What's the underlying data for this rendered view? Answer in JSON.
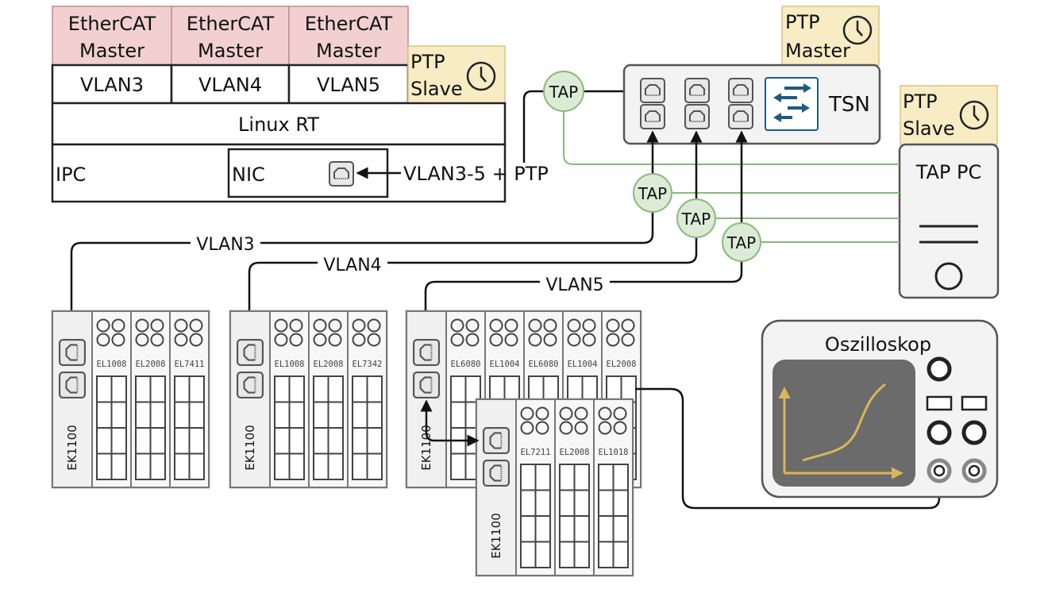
{
  "ipc_stack": {
    "masters": [
      {
        "line1": "EtherCAT",
        "line2": "Master"
      },
      {
        "line1": "EtherCAT",
        "line2": "Master"
      },
      {
        "line1": "EtherCAT",
        "line2": "Master"
      }
    ],
    "vlans": [
      "VLAN3",
      "VLAN4",
      "VLAN5"
    ],
    "os": "Linux RT",
    "ipc_label": "IPC",
    "nic_label": "NIC",
    "ptp": {
      "line1": "PTP",
      "line2": "Slave"
    }
  },
  "nic_link_label": "VLAN3-5 + PTP",
  "tsn_switch": {
    "label": "TSN",
    "ptp": {
      "line1": "PTP",
      "line2": "Master"
    }
  },
  "tap_pc": {
    "label": "TAP PC",
    "ptp": {
      "line1": "PTP",
      "line2": "Slave"
    }
  },
  "taps": [
    "TAP",
    "TAP",
    "TAP",
    "TAP"
  ],
  "vlan_links": [
    "VLAN3",
    "VLAN4",
    "VLAN5"
  ],
  "couplers": [
    {
      "name": "EK1100",
      "terminals": [
        "EL1008",
        "EL2008",
        "EL7411"
      ]
    },
    {
      "name": "EK1100",
      "terminals": [
        "EL1008",
        "EL2008",
        "EL7342"
      ]
    },
    {
      "name": "EK1100",
      "terminals": [
        "EL6080",
        "EL1004",
        "EL6080",
        "EL1004",
        "EL2008"
      ]
    },
    {
      "name": "EK1100",
      "terminals": [
        "EL7211",
        "EL2008",
        "EL1018"
      ]
    }
  ],
  "oscilloscope": {
    "label": "Oszilloskop"
  },
  "colors": {
    "master_fill": "#f2d0d0",
    "ptp_fill": "#f8ecc4",
    "tap_fill": "#dcebd6",
    "tap_stroke": "#8ab87a",
    "switch_icon": "#1f5a80",
    "scope_screen": "#6b6b6b",
    "scope_trace": "#d9b65a"
  }
}
